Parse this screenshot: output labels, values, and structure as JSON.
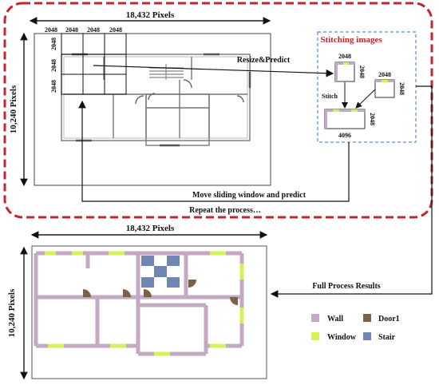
{
  "top": {
    "width_label": "18,432 Pixels",
    "height_label": "10,240 Pixels",
    "tile_labels": [
      "2048",
      "2048",
      "2048",
      "2048"
    ],
    "side_tile_labels": [
      "2048",
      "2048",
      "2048"
    ],
    "resize_predict": "Resize&Predict",
    "move_window": "Move sliding window and predict",
    "repeat": "Repeat the process…"
  },
  "stitch": {
    "title": "Stitching images",
    "tile_top": "2048",
    "tile_side": "2048",
    "tile2_top": "2048",
    "tile2_side": "2048",
    "stitch_label": "Stitch",
    "result_side": "2048",
    "result_bottom": "4096"
  },
  "bottom": {
    "width_label": "18,432 Pixels",
    "height_label": "10,240 Pixels",
    "full_results": "Full Process Results"
  },
  "legend": {
    "items": [
      {
        "label": "Wall",
        "color": "#c4a9c2"
      },
      {
        "label": "Door1",
        "color": "#7a6244"
      },
      {
        "label": "Window",
        "color": "#d6f25a"
      },
      {
        "label": "Stair",
        "color": "#6f86b3"
      }
    ]
  }
}
